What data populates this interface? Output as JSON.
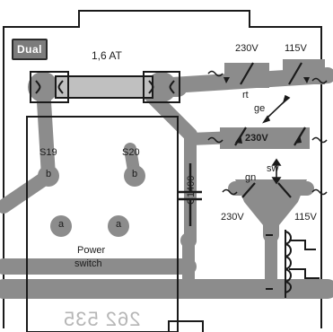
{
  "logo": "Dual",
  "fuse_rating": "1,6 AT",
  "voltage_230_top": "230V",
  "voltage_115_top": "115V",
  "label_rt": "rt",
  "label_ge": "ge",
  "label_230_middle": "230V",
  "label_sw": "sw",
  "label_gn": "gn",
  "voltage_230_bottom": "230V",
  "voltage_115_bottom": "115V",
  "pin_s19": "S19",
  "pin_s20": "S20",
  "pin_b_left": "b",
  "pin_b_right": "b",
  "pin_a_left": "a",
  "pin_a_right": "a",
  "power_switch": [
    "Power",
    "switch"
  ],
  "capacitor": "C1400",
  "part_number_mirrored": "262 535"
}
